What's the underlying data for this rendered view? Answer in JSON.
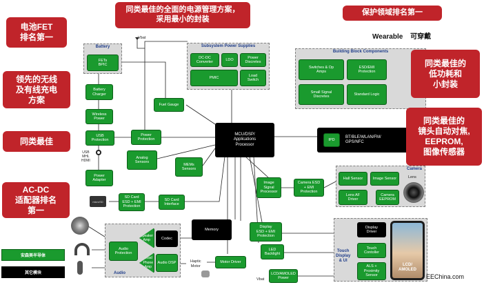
{
  "callouts": {
    "top_center": "同类最佳的全面的电源管理方案，\n采用最小的封装",
    "fet": "电池FET\n排名第一",
    "wireless": "领先的无线\n及有线充电\n方案",
    "best_left": "同类最佳",
    "acdc": "AC-DC\n适配器排名\n第一",
    "protect": "保护领域排名第一",
    "lowpower": "同类最佳的\n低功耗和\n小封装",
    "camera": "同类最佳的\n镜头自动对焦,\nEEPROM,\n图像传感器"
  },
  "labels": {
    "wearable": "Wearable",
    "wearable_cn": "可穿戴",
    "vbat_top": "Vbat",
    "vbat_bottom": "Vbat",
    "usb_side": "USB\nMHL\nHDMI",
    "haptic_motor": "Haptic\nMotor",
    "lens": "Lens",
    "watermark": "EEChina.com",
    "sd_icon": "microSD"
  },
  "panels": {
    "battery": "Battery",
    "subsystem": "Subsystem Power Supplies",
    "building": "Building Block Components",
    "camera": "Camera",
    "audio": "Audio",
    "touch": "Touch\nDisplay\n& UI"
  },
  "blocks": {
    "fets": "FETs\nBPIC",
    "battery_charger": "Battery\nCharger",
    "wireless_power": "Wireless\nPower",
    "usb_protection": "USB\nProtection",
    "power_adapter": "Power\nAdapter",
    "power_protection": "Power\nProtection",
    "fuel_gauge": "Fuel Gauge",
    "dcdc": "DC-DC\nConverter",
    "ldo": "LDO",
    "power_discretes": "Power\nDiscretes",
    "pmic": "PMIC",
    "load_switch": "Load\nSwitch",
    "switches_op_amps": "Switches & Op\nAmps",
    "esd_emi": "ESD/EMI\nProtection",
    "small_signal": "Small Signal\nDiscretes",
    "standard_logic": "Standard Logic",
    "mcu": "MCU/DSP/\nApplications\nProcessor",
    "ipd": "IPD",
    "bt_text": "BT/BLE/WLAN/FM/\nGPS/NFC",
    "analog_sensors": "Analog\nSensors",
    "mems_sensors": "MEMs\nSensors",
    "image_signal": "Image\nSignal\nProcessor",
    "camera_esd": "Camera ESD\n+ EMI\nProtection",
    "hall_sensor": "Hall Sensor",
    "image_sensor": "Image Sensor",
    "lens_af": "Lens AF\nDriver",
    "camera_eeprom": "Camera\nEEPROM",
    "sd_esd": "SD Card\nESD + EMI\nProtection",
    "sd_interface": "SD Card\nInterface",
    "memory": "Memory",
    "display_esd": "Display\nESD + EMI\nProtection",
    "led_backlight": "LED\nBacklight",
    "motor_driver": "Motor Driver",
    "lcd_amoled_power": "LCD/AMOLED\nPower",
    "audio_protection": "Audio\nProtection",
    "speaker_amp": "Speaker\nAmp",
    "head_phone_amp": "Head\nPhone\nAmp",
    "codec": "Codec",
    "audio_dsp": "Audio DSP",
    "display_driver": "Display\nDriver",
    "touch_controller": "Touch\nContoller",
    "als_prox": "ALS +\nProximity\nSensor"
  },
  "phone": {
    "line1": "LCD/",
    "line2": "AMOLED"
  },
  "legend": {
    "green_label": "安森美半导体",
    "black_label": "其它模块"
  },
  "colors": {
    "callout": "#c0242a",
    "block_green": "#1a9a2e",
    "panel_gray": "#d9d9d9",
    "title_blue": "#1f3d8a"
  }
}
